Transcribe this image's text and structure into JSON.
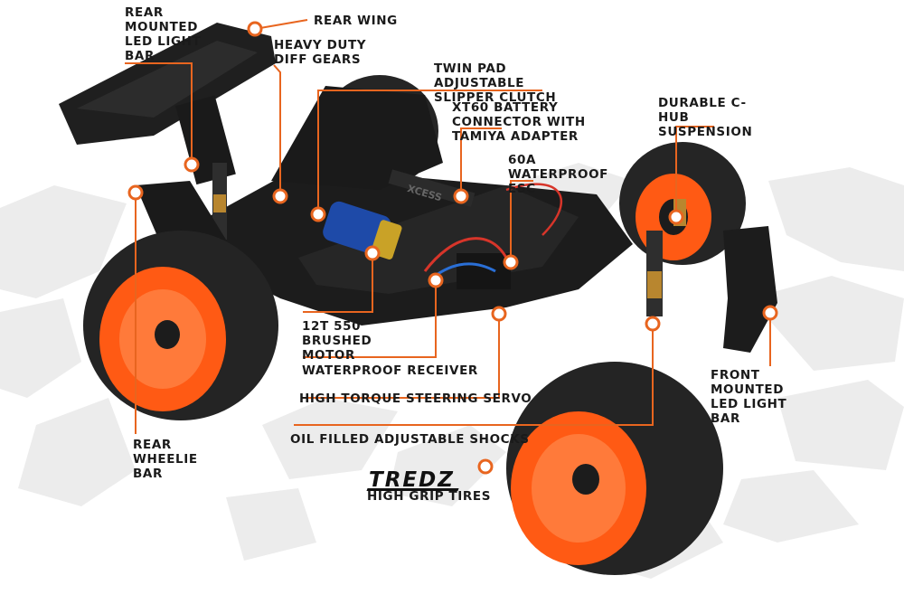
{
  "labels": {
    "rear_wing": "REAR WING",
    "rear_led_bar": "REAR MOUNTED LED LIGHT BAR",
    "diff_gears": "HEAVY DUTY DIFF GEARS",
    "slipper_clutch": "TWIN PAD ADJUSTABLE SLIPPER CLUTCH",
    "battery_connector": "XT60 BATTERY CONNECTOR WITH TAMIYA ADAPTER",
    "esc": "60A WATERPROOF ESC",
    "chub": "DURABLE C-HUB SUSPENSION",
    "motor": "12T 550 BRUSHED MOTOR",
    "receiver": "WATERPROOF RECEIVER",
    "servo": "HIGH TORQUE STEERING SERVO",
    "front_led_bar": "FRONT MOUNTED LED LIGHT BAR",
    "wheelie_bar": "REAR WHEELIE BAR",
    "shocks": "OIL FILLED ADJUSTABLE SHOCKS",
    "tires": "HIGH GRIP TIRES"
  },
  "brand_logo": "TREDZ",
  "chassis_text": "XCESS",
  "colors": {
    "accent": "#e8651f",
    "text": "#1a1a1a",
    "background_shapes": "#ebebeb",
    "chassis": "#1c1c1c",
    "wheel": "#ff5a14",
    "tire": "#222222"
  }
}
